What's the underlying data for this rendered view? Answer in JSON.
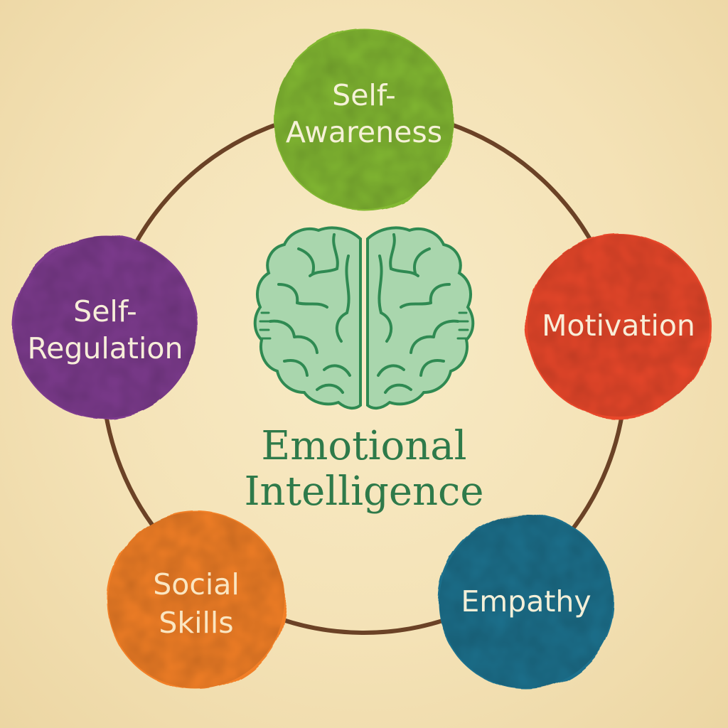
{
  "title": {
    "lines": [
      "Emotional",
      "Intelligence"
    ],
    "color": "#2e7a4a"
  },
  "ring_color": "#6b4226",
  "brain": {
    "icon": "brain-icon",
    "fill": "#a9d6ad",
    "stroke": "#2f8a52"
  },
  "components": [
    {
      "id": "self-awareness",
      "lines": [
        "Self-",
        "Awareness"
      ],
      "color": "#82b833",
      "text_color": "#f6f1d8"
    },
    {
      "id": "motivation",
      "lines": [
        "Motivation"
      ],
      "color": "#e8472a",
      "text_color": "#f8eed8"
    },
    {
      "id": "empathy",
      "lines": [
        "Empathy"
      ],
      "color": "#1d6f8c",
      "text_color": "#f3efd8"
    },
    {
      "id": "social-skills",
      "lines": [
        "Social",
        "Skills"
      ],
      "color": "#f27f25",
      "text_color": "#fae6c2"
    },
    {
      "id": "self-regulation",
      "lines": [
        "Self-",
        "Regulation"
      ],
      "color": "#7d3a8e",
      "text_color": "#f7eed9"
    }
  ]
}
